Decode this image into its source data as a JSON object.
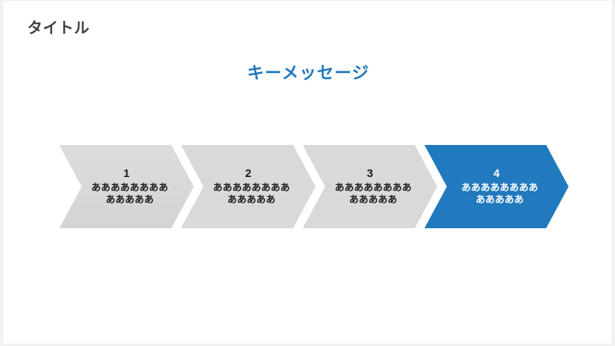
{
  "slide": {
    "title": "タイトル",
    "key_message": "キーメッセージ",
    "background_color": "#ffffff",
    "accent_color": "#2179be",
    "neutral_color": "#d9d9d9",
    "title_color": "#404040"
  },
  "process": {
    "steps": [
      {
        "number": "1",
        "line1": "ああああああああ",
        "line2": "あああああ",
        "state": "inactive"
      },
      {
        "number": "2",
        "line1": "ああああああああ",
        "line2": "あああああ",
        "state": "inactive"
      },
      {
        "number": "3",
        "line1": "ああああああああ",
        "line2": "あああああ",
        "state": "inactive"
      },
      {
        "number": "4",
        "line1": "ああああああああ",
        "line2": "あああああ",
        "state": "active"
      }
    ]
  }
}
